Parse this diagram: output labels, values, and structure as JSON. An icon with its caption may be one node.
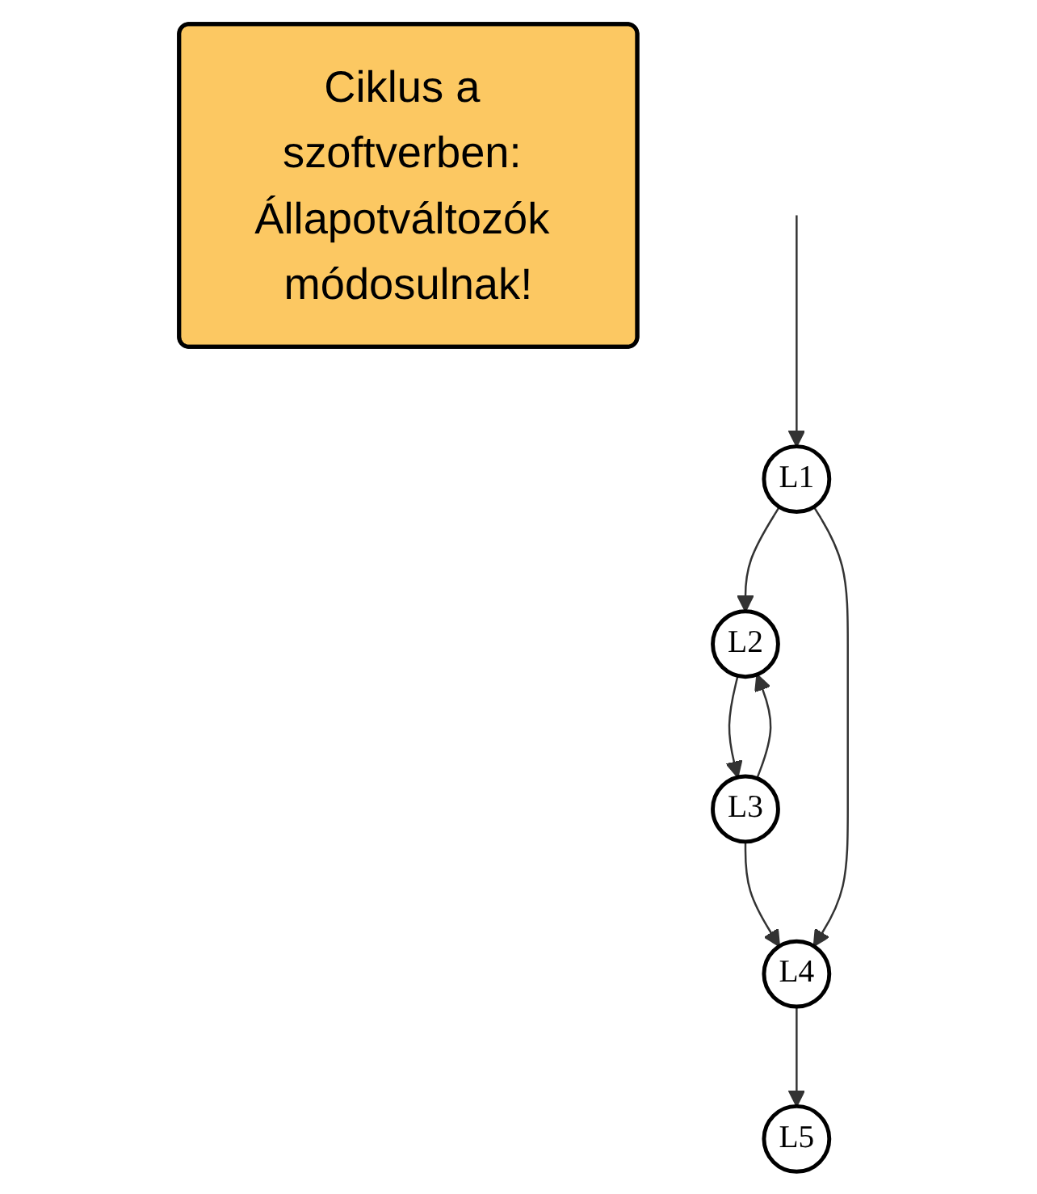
{
  "diagram": {
    "nodes": [
      {
        "text": [
          "Ciklus a szoftverben: Állapotváltozók módosulnak!"
        ]
      },
      {
        "text": [
          "L1"
        ]
      },
      {
        "text": [
          "L2"
        ]
      },
      {
        "text": [
          "L3"
        ]
      },
      {
        "text": [
          "L4"
        ]
      },
      {
        "text": [
          "L5"
        ]
      }
    ],
    "edges": [
      {
        "from": null,
        "to": 1,
        "arrow": "to"
      },
      {
        "from": 1,
        "to": 2,
        "arrow": "to"
      },
      {
        "from": 2,
        "to": 3,
        "arrow": "to"
      },
      {
        "from": 3,
        "to": 4,
        "arrow": "to"
      },
      {
        "from": 4,
        "to": 5,
        "arrow": "to"
      },
      {
        "from": 1,
        "to": 4,
        "arrow": "to"
      },
      {
        "from": 3,
        "to": 2,
        "arrow": "to"
      }
    ]
  }
}
